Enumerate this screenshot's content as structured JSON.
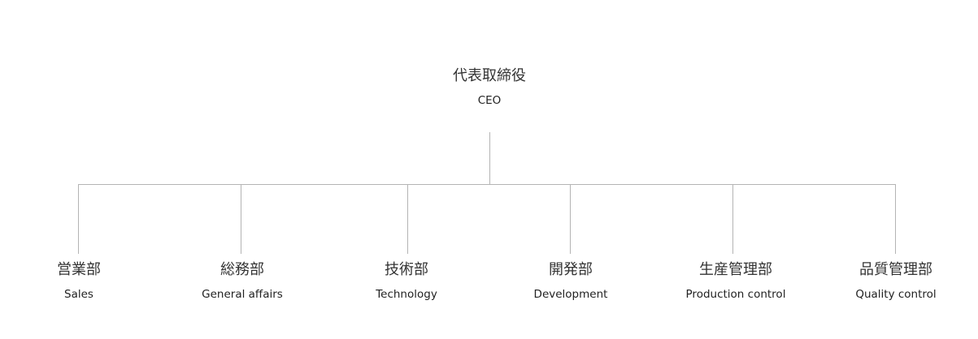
{
  "root": {
    "title_jp": "代表取締役",
    "title_en": "CEO"
  },
  "departments": [
    {
      "jp": "営業部",
      "en": "Sales"
    },
    {
      "jp": "総務部",
      "en": "General affairs"
    },
    {
      "jp": "技術部",
      "en": "Technology"
    },
    {
      "jp": "開発部",
      "en": "Development"
    },
    {
      "jp": "生産管理部",
      "en": "Production control"
    },
    {
      "jp": "品質管理部",
      "en": "Quality control"
    }
  ],
  "colors": {
    "connector": "#b4b4b4"
  }
}
